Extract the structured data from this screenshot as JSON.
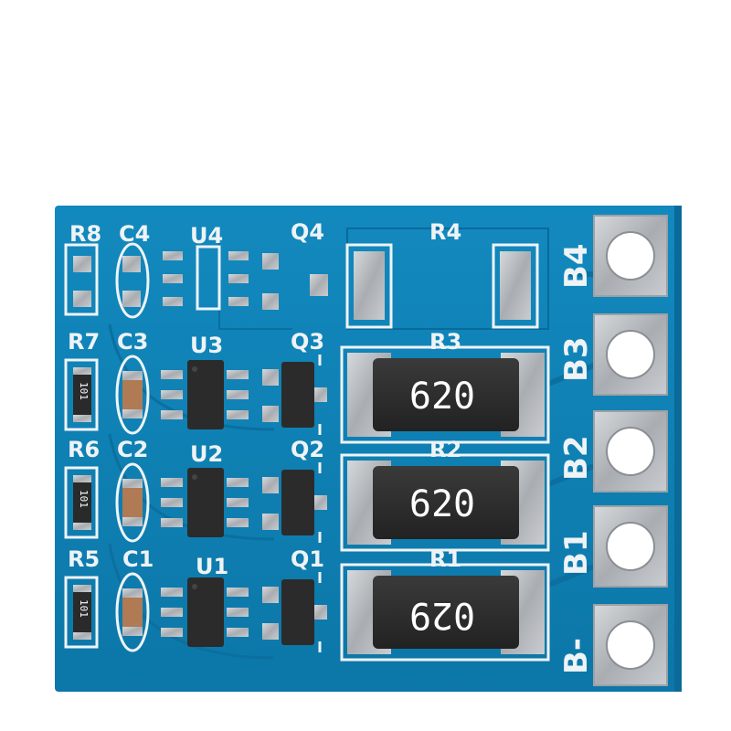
{
  "photo": {
    "subject": "blue circuit board",
    "colors": {
      "background": "#ffffff",
      "pcb": "#0f7fb0",
      "pcb_dark": "#0a5f8e",
      "silkscreen": "#eef3f6",
      "pad": "#b8bcc0",
      "chip": "#2b2b2b"
    }
  },
  "labels": {
    "r8": "R8",
    "c4": "C4",
    "u4": "U4",
    "q4": "Q4",
    "r4": "R4",
    "r7": "R7",
    "c3": "C3",
    "u3": "U3",
    "q3": "Q3",
    "r3": "R3",
    "r6": "R6",
    "c2": "C2",
    "u2": "U2",
    "q2": "Q2",
    "r2": "R2",
    "r5": "R5",
    "c1": "C1",
    "u1": "U1",
    "q1": "Q1",
    "r1": "R1"
  },
  "terminals": [
    "B4",
    "B3",
    "B2",
    "B1",
    "B-"
  ],
  "resistor_codes": {
    "r3": "620",
    "r2": "620",
    "r1": "029"
  },
  "small_resistor_codes": {
    "r7": "101",
    "r6": "101",
    "r5": "101"
  }
}
